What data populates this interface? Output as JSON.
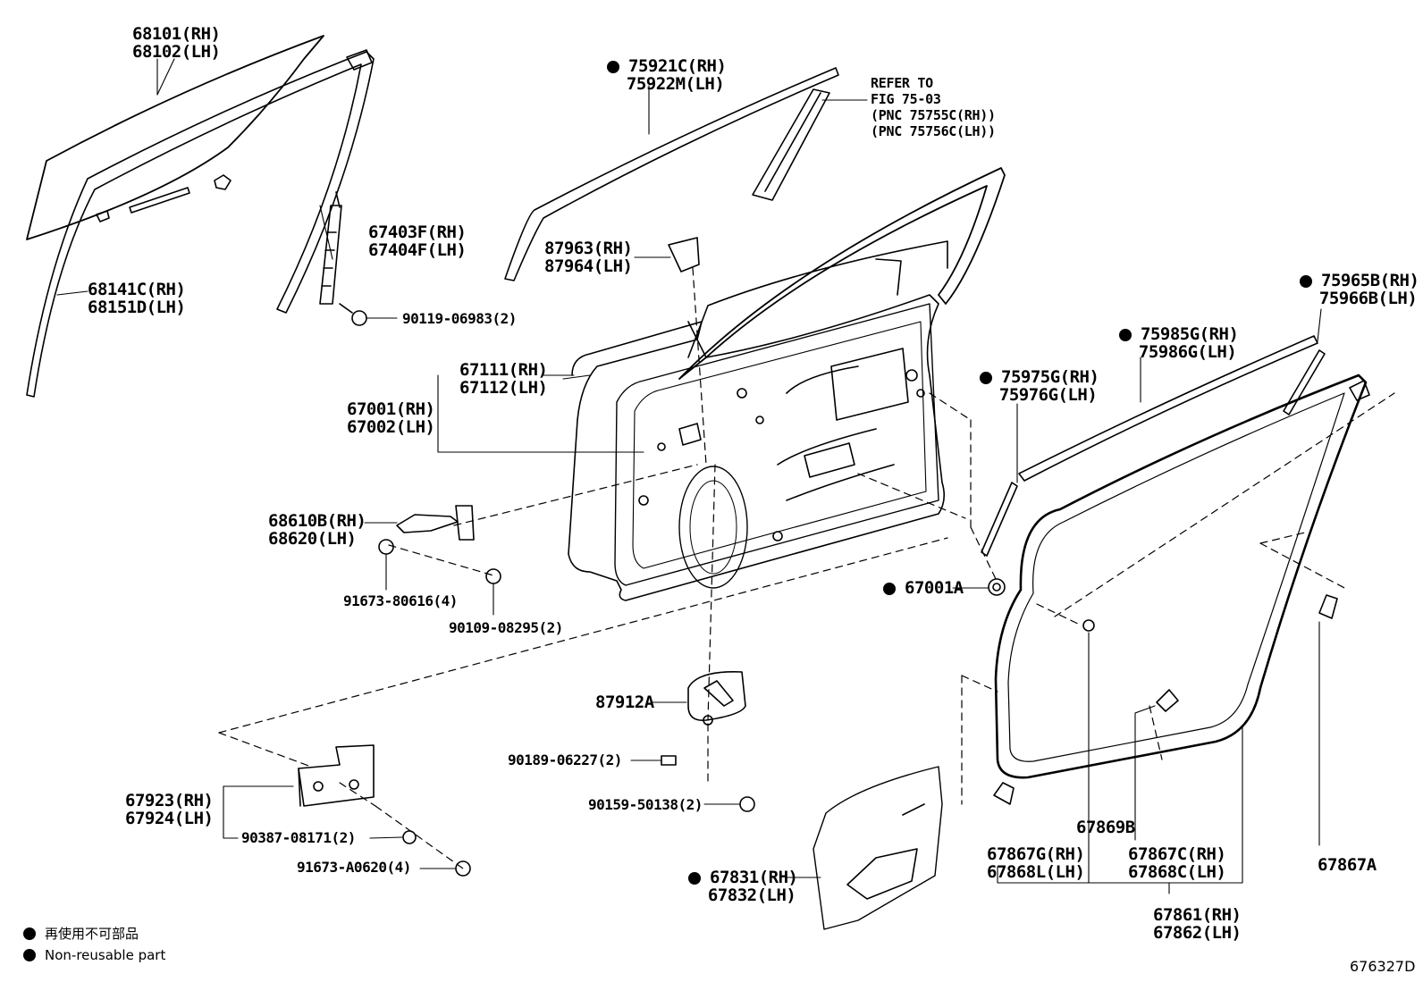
{
  "labels": {
    "l68101": "68101(RH)\n68102(LH)",
    "l68141c": "68141C(RH)\n68151D(LH)",
    "l67403f": "67403F(RH)\n67404F(LH)",
    "l90119": "90119-06983(2)",
    "l75921c": "75921C(RH)\n  75922M(LH)",
    "refer": "REFER TO\nFIG 75-03\n(PNC 75755C(RH))\n(PNC 75756C(LH))",
    "l87963": "87963(RH)\n87964(LH)",
    "l67111": "67111(RH)\n67112(LH)",
    "l67001": "67001(RH)\n67002(LH)",
    "l68610b": "68610B(RH)\n68620(LH)",
    "l91673_80616": "91673-80616(4)",
    "l90109": "90109-08295(2)",
    "l67001a": "67001A",
    "l75975g": "75975G(RH)\n  75976G(LH)",
    "l75985g": "75985G(RH)\n  75986G(LH)",
    "l75965b": "75965B(RH)\n  75966B(LH)",
    "l87912a": "87912A",
    "l90189": "90189-06227(2)",
    "l90159": "90159-50138(2)",
    "l67923": "67923(RH)\n67924(LH)",
    "l90387": "90387-08171(2)",
    "l91673_a0620": "91673-A0620(4)",
    "l67831": "67831(RH)\n  67832(LH)",
    "l67869b": "67869B",
    "l67867g": "67867G(RH)\n67868L(LH)",
    "l67867c": "67867C(RH)\n67868C(LH)",
    "l67867a": "67867A",
    "l67861": "67861(RH)\n67862(LH)"
  },
  "legend": {
    "jp": "再使用不可部品",
    "en": "Non-reusable part"
  },
  "figure_id": "676327D",
  "colors": {
    "ink": "#000000",
    "background": "#ffffff"
  }
}
